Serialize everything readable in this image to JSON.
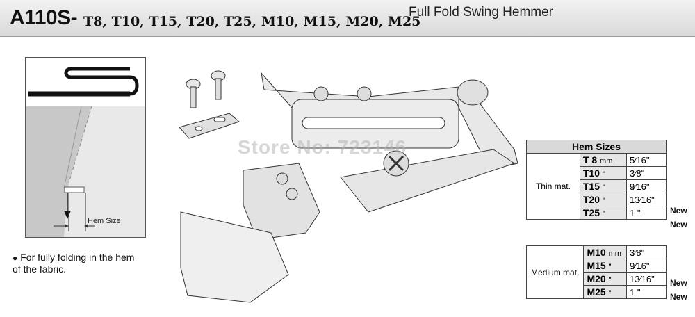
{
  "header": {
    "model": "A110S-",
    "sizes": "T8, T10, T15, T20, T25, M10, M15, M20, M25",
    "subtitle": "Full Fold Swing Hemmer"
  },
  "diagram": {
    "hem_size_label": "Hem Size"
  },
  "note": {
    "bullet": "●",
    "line1": "For fully folding in the hem",
    "line2": "of the fabric."
  },
  "watermark": "Store No: 723146",
  "hem_table_thin": {
    "title": "Hem Sizes",
    "group": "Thin mat.",
    "rows": [
      {
        "code": "T 8",
        "unit": "mm",
        "size": "5⁄16\"",
        "new": ""
      },
      {
        "code": "T10",
        "unit": "\"",
        "size": "3⁄8\"",
        "new": ""
      },
      {
        "code": "T15",
        "unit": "\"",
        "size": "9⁄16\"",
        "new": ""
      },
      {
        "code": "T20",
        "unit": "\"",
        "size": "13⁄16\"",
        "new": "New"
      },
      {
        "code": "T25",
        "unit": "\"",
        "size": "1 \"",
        "new": "New"
      }
    ]
  },
  "hem_table_medium": {
    "group": "Medium mat.",
    "rows": [
      {
        "code": "M10",
        "unit": "mm",
        "size": "3⁄8\"",
        "new": ""
      },
      {
        "code": "M15",
        "unit": "\"",
        "size": "9⁄16\"",
        "new": ""
      },
      {
        "code": "M20",
        "unit": "\"",
        "size": "13⁄16\"",
        "new": "New"
      },
      {
        "code": "M25",
        "unit": "\"",
        "size": "1 \"",
        "new": "New"
      }
    ]
  }
}
